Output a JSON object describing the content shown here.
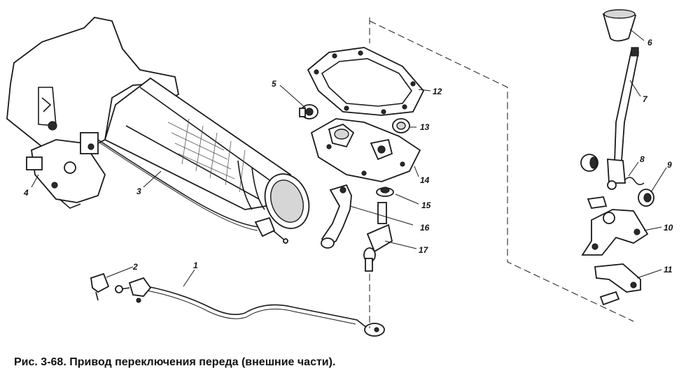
{
  "caption": "Рис. 3-68. Привод переключения переда (внешние части).",
  "callouts": [
    {
      "label": "1"
    },
    {
      "label": "2"
    },
    {
      "label": "3"
    },
    {
      "label": "4"
    },
    {
      "label": "5"
    },
    {
      "label": "6"
    },
    {
      "label": "7"
    },
    {
      "label": "8"
    },
    {
      "label": "9"
    },
    {
      "label": "10"
    },
    {
      "label": "11"
    },
    {
      "label": "12"
    },
    {
      "label": "13"
    },
    {
      "label": "14"
    },
    {
      "label": "15"
    },
    {
      "label": "16"
    },
    {
      "label": "17"
    }
  ]
}
